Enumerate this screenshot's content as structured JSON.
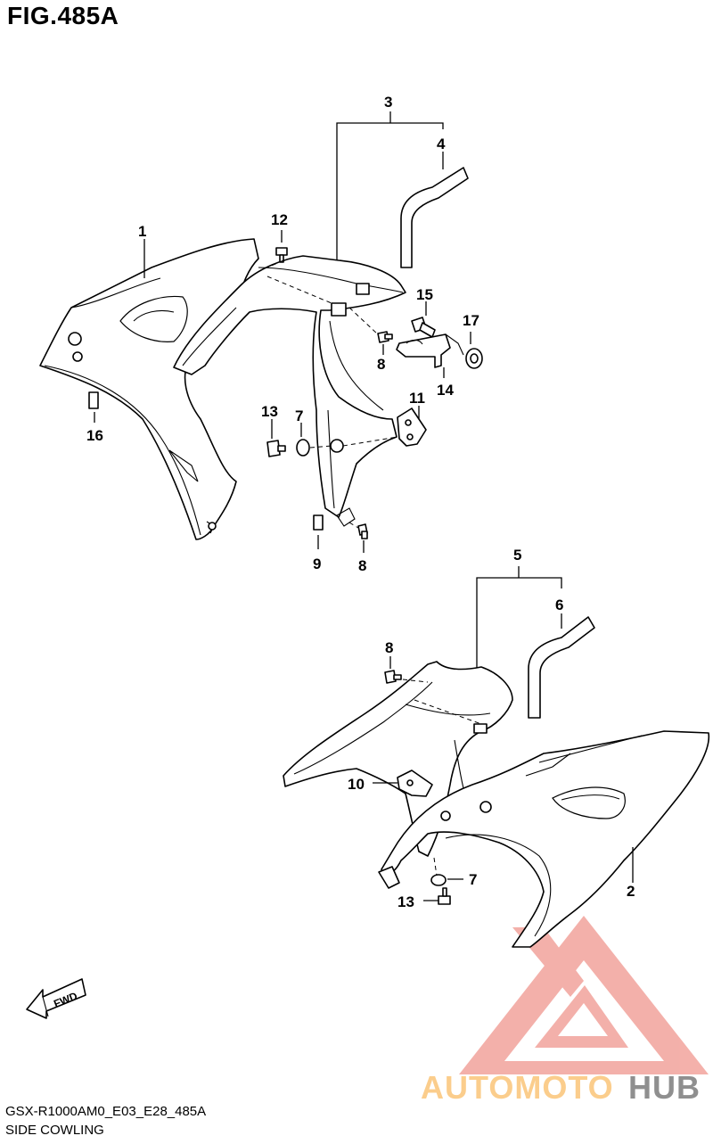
{
  "figure": {
    "title": "FIG.485A",
    "code": "GSX-R1000AM0_E03_E28_485A",
    "caption": "SIDE COWLING"
  },
  "callouts": {
    "c1": "1",
    "c2": "2",
    "c3": "3",
    "c4": "4",
    "c5": "5",
    "c6": "6",
    "c7a": "7",
    "c7b": "7",
    "c8a": "8",
    "c8b": "8",
    "c8c": "8",
    "c9": "9",
    "c10": "10",
    "c11": "11",
    "c12": "12",
    "c13a": "13",
    "c13b": "13",
    "c14": "14",
    "c16": "16",
    "c15": "15",
    "c17": "17"
  },
  "direction_arrow": {
    "label": "FWD"
  },
  "watermark": {
    "text_part1": "AUTOMOTO",
    "text_part2": "HUB",
    "color_primary": "#f19a94",
    "color_secondary": "#fbcd8c",
    "color_hub": "#8f8f8f"
  }
}
